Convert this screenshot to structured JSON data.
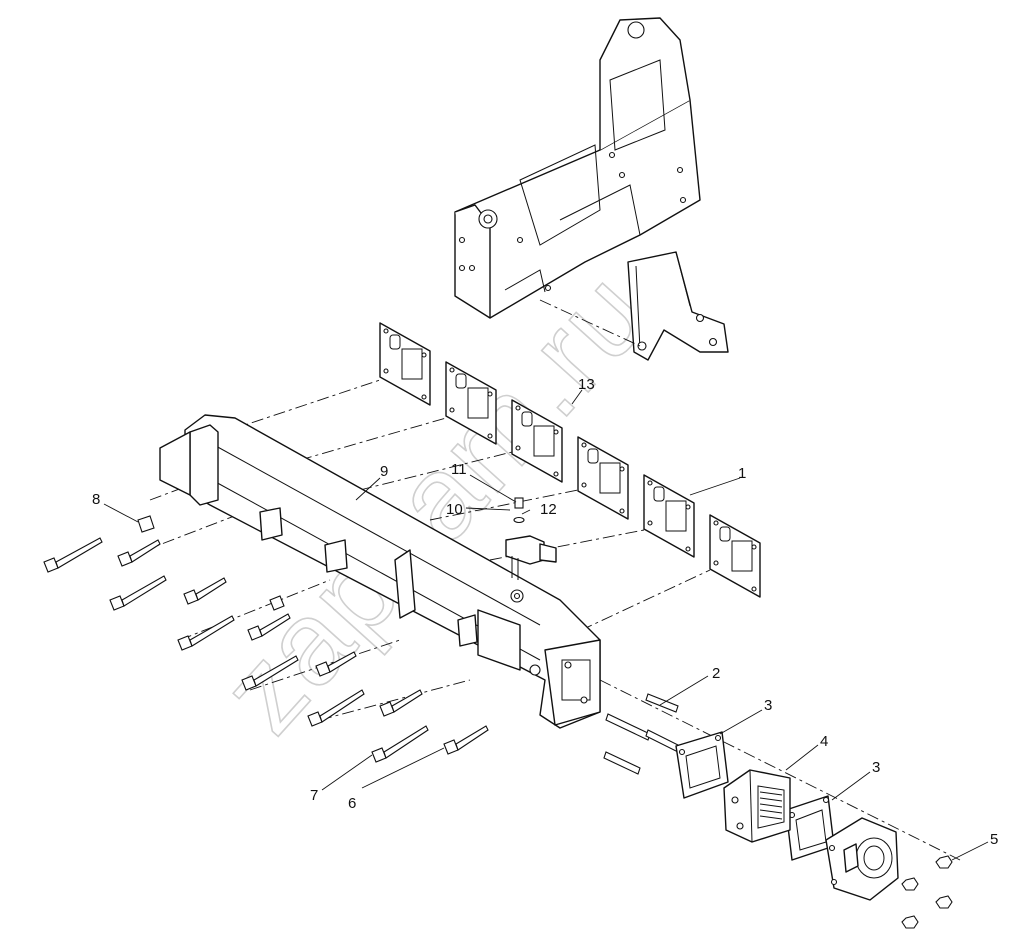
{
  "watermark": "zapkam.ru",
  "callouts": [
    {
      "id": "1",
      "text": "1"
    },
    {
      "id": "2",
      "text": "2"
    },
    {
      "id": "3a",
      "text": "3"
    },
    {
      "id": "3b",
      "text": "3"
    },
    {
      "id": "4",
      "text": "4"
    },
    {
      "id": "5",
      "text": "5"
    },
    {
      "id": "6",
      "text": "6"
    },
    {
      "id": "7",
      "text": "7"
    },
    {
      "id": "8",
      "text": "8"
    },
    {
      "id": "9",
      "text": "9"
    },
    {
      "id": "10",
      "text": "10"
    },
    {
      "id": "11",
      "text": "11"
    },
    {
      "id": "12",
      "text": "12"
    },
    {
      "id": "13",
      "text": "13"
    }
  ]
}
